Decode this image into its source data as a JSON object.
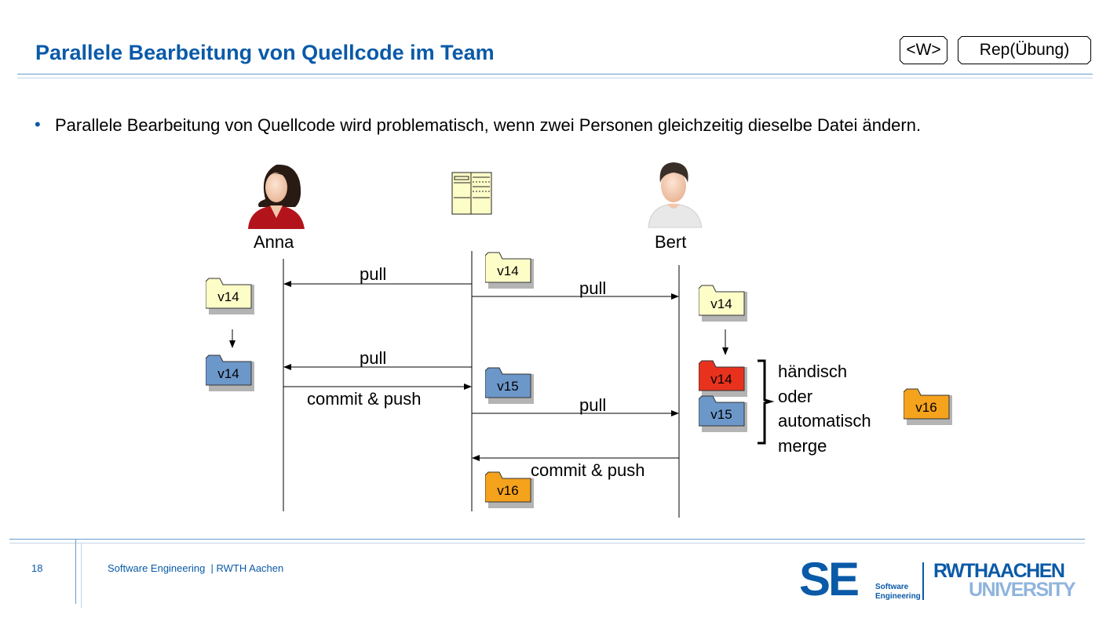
{
  "title": "Parallele Bearbeitung von Quellcode im Team",
  "tags": {
    "w": "<W>",
    "rep": "Rep(Übung)"
  },
  "bullet_symbol": "•",
  "bullet_text": "Parallele Bearbeitung von Quellcode wird problematisch, wenn zwei Personen gleichzeitig dieselbe Datei ändern.",
  "actors": {
    "anna": "Anna",
    "bert": "Bert"
  },
  "messages": {
    "pull1": "pull",
    "pull2": "pull",
    "pull3": "pull",
    "commit1": "commit & push",
    "pull4": "pull",
    "commit2": "commit & push"
  },
  "folders": {
    "repo_v14": "v14",
    "anna_v14a": "v14",
    "anna_v14b": "v14",
    "bert_v14a": "v14",
    "repo_v15": "v15",
    "bert_v14b": "v14",
    "bert_v15": "v15",
    "result_v16": "v16",
    "repo_v16": "v16"
  },
  "merge_lines": [
    "händisch",
    "oder",
    "automatisch",
    "merge"
  ],
  "footer": {
    "page_number": "18",
    "text": "Software Engineering  | RWTH Aachen",
    "se_logo": "SE",
    "se_sub1": "Software",
    "se_sub2": "Engineering",
    "rwth1": "RWTHAACHEN",
    "rwth2": "UNIVERSITY"
  },
  "colors": {
    "accent": "#0a5aa8",
    "folder_cream": "#fdfdc8",
    "folder_blue": "#6c97c9",
    "folder_red": "#e8321e",
    "folder_orange": "#f5a21c",
    "footer_line": "#6a9cc9"
  },
  "icons": [
    "woman-avatar-icon",
    "server-icon",
    "man-avatar-icon",
    "folder-icon",
    "merge-brace-icon"
  ]
}
